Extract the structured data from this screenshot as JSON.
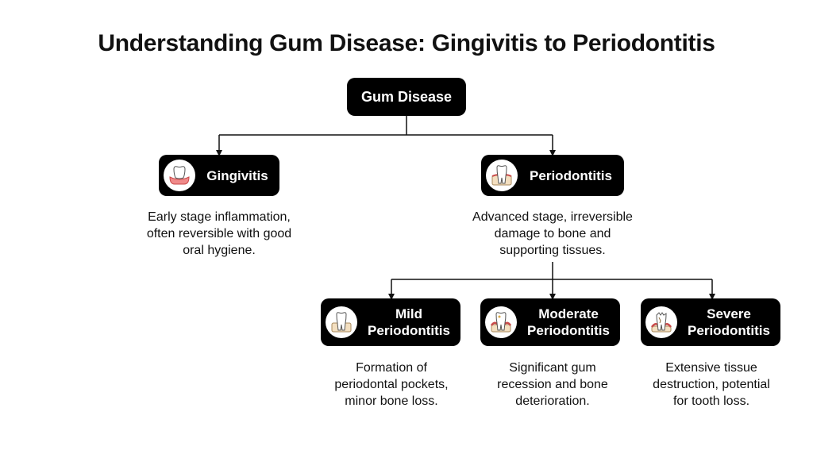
{
  "title": "Understanding Gum Disease: Gingivitis to Periodontitis",
  "root": {
    "label": "Gum Disease"
  },
  "gingivitis": {
    "label": "Gingivitis",
    "icon": "inflamed-gum-tooth-icon",
    "description": [
      "Early stage inflammation,",
      "often reversible with good",
      "oral hygiene."
    ]
  },
  "periodontitis": {
    "label": "Periodontitis",
    "icon": "tooth-with-bone-loss-icon",
    "description": [
      "Advanced stage, irreversible",
      "damage to bone and",
      "supporting tissues."
    ]
  },
  "mild": {
    "label": [
      "Mild",
      "Periodontitis"
    ],
    "icon": "tooth-pocket-icon",
    "description": [
      "Formation of",
      "periodontal pockets,",
      "minor bone loss."
    ]
  },
  "moderate": {
    "label": [
      "Moderate",
      "Periodontitis"
    ],
    "icon": "receding-gum-tooth-icon",
    "description": [
      "Significant gum",
      "recession and bone",
      "deterioration."
    ]
  },
  "severe": {
    "label": [
      "Severe",
      "Periodontitis"
    ],
    "icon": "damaged-tooth-icon",
    "description": [
      "Extensive tissue",
      "destruction, potential",
      "for tooth loss."
    ]
  },
  "colors": {
    "node_bg": "#000000",
    "node_text": "#ffffff",
    "gum": "#f08a8a",
    "gum_dark": "#c94a4a",
    "bone": "#f3dfc0",
    "tooth": "#ffffff"
  }
}
